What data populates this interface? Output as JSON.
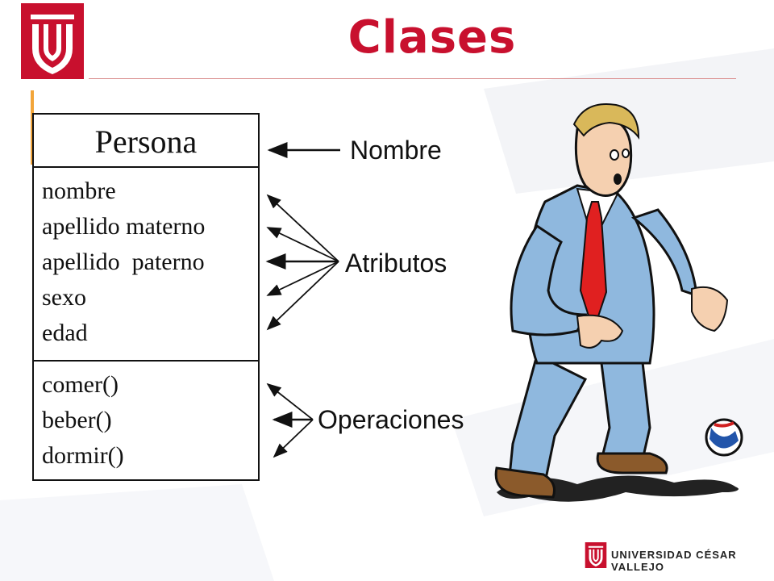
{
  "slide": {
    "title": "Clases",
    "brand": "UNIVERSIDAD CÉSAR VALLEJO",
    "accent_color": "#c8102e"
  },
  "uml_class": {
    "name": "Persona",
    "attributes": [
      "nombre",
      "apellido materno",
      "apellido  paterno",
      "sexo",
      "edad"
    ],
    "operations": [
      "comer()",
      "beber()",
      "dormir()"
    ]
  },
  "callouts": {
    "name": "Nombre",
    "attributes": "Atributos",
    "operations": "Operaciones"
  },
  "icons": [
    "ucv-logo-icon",
    "businessman-illustration",
    "ball-icon"
  ]
}
